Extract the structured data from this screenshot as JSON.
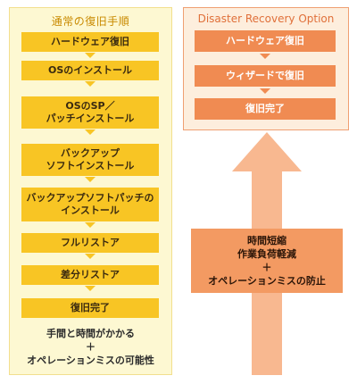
{
  "left": {
    "title": "通常の復旧手順",
    "steps": [
      "ハードウェア復旧",
      "OSのインストール",
      "OSのSP／\nパッチインストール",
      "バックアップ\nソフトインストール",
      "バックアップソフトパッチの\nインストール",
      "フルリストア",
      "差分リストア",
      "復旧完了"
    ],
    "note": "手間と時間がかかる\n＋\nオペレーションミスの可能性"
  },
  "right": {
    "title": "Disaster Recovery Option",
    "steps": [
      "ハードウェア復旧",
      "ウィザードで復旧",
      "復旧完了"
    ]
  },
  "benefit": "時間短縮\n作業負荷軽減\n＋\nオペレーションミスの防止",
  "colors": {
    "left_panel_bg": "#fdf8d2",
    "left_step": "#f8c524",
    "right_panel_bg": "#fdeedd",
    "right_step": "#f08b52",
    "big_arrow": "#f8b890",
    "benefit_bg": "#f39a62"
  }
}
